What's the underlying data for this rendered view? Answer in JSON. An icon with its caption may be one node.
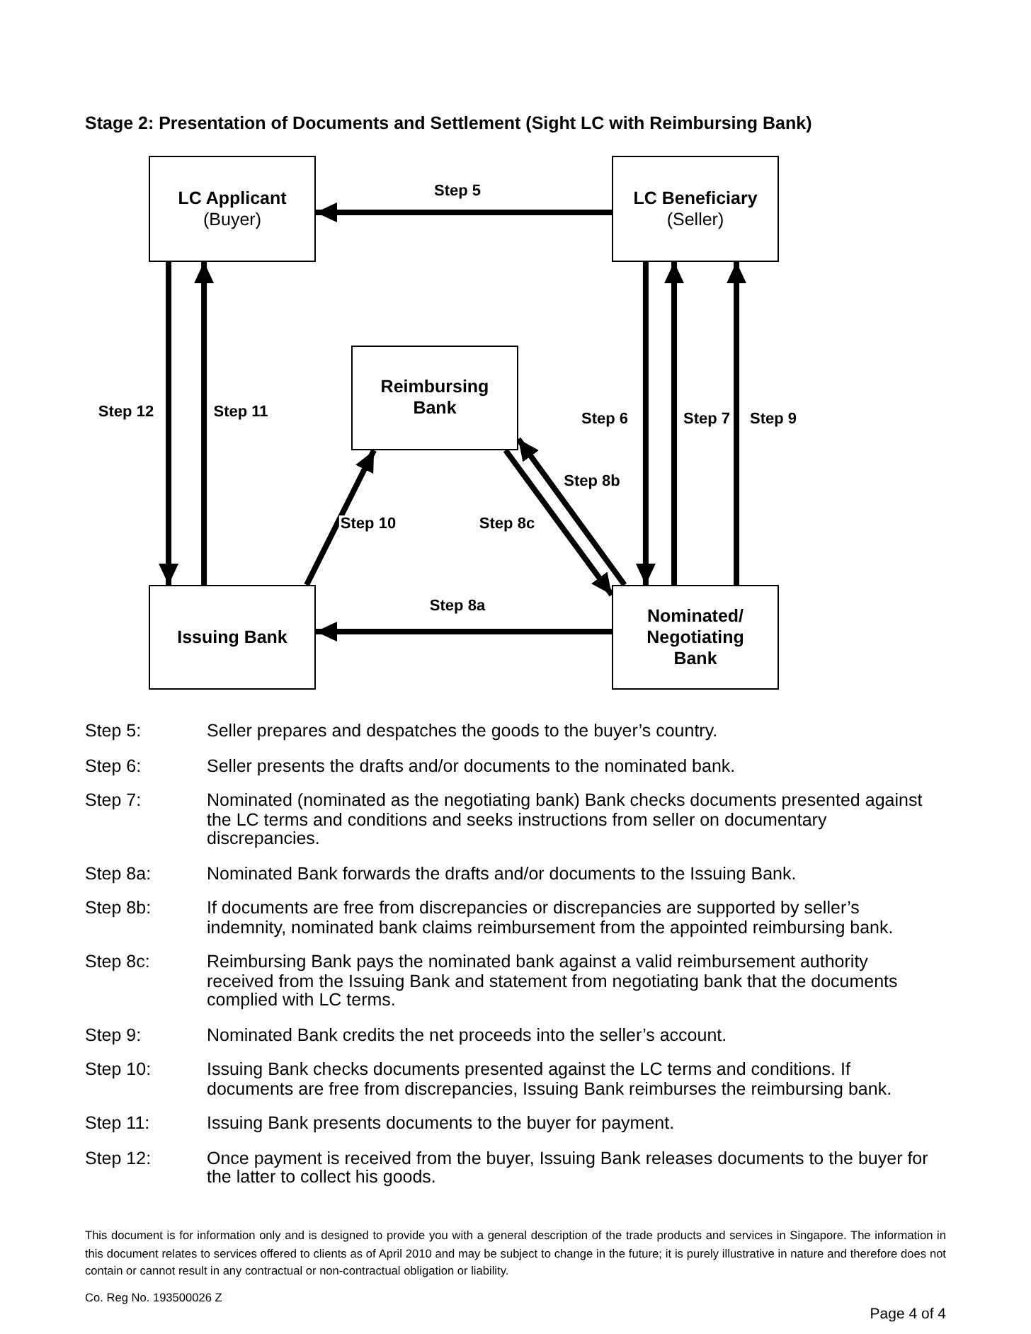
{
  "diagram": {
    "title": "Stage 2: Presentation of Documents and Settlement (Sight LC with Reimbursing Bank)",
    "nodes": [
      {
        "text": [
          "LC Applicant",
          "(Buyer)"
        ]
      },
      {
        "text": [
          "LC Beneficiary",
          "(Seller)"
        ]
      },
      {
        "text": [
          "Reimbursing Bank"
        ]
      },
      {
        "text": [
          "Issuing Bank"
        ]
      },
      {
        "text": [
          "Nominated/ Negotiating Bank"
        ]
      }
    ],
    "edges": [
      {
        "from": 1,
        "to": 0,
        "arrow": "to",
        "label": "Step 5"
      },
      {
        "from": 0,
        "to": 3,
        "arrow": "to",
        "label": "Step 12"
      },
      {
        "from": 3,
        "to": 0,
        "arrow": "to",
        "label": "Step 11"
      },
      {
        "from": 3,
        "to": 2,
        "arrow": "to",
        "label": "Step 10"
      },
      {
        "from": 2,
        "to": 4,
        "arrow": "to",
        "label": "Step 8c"
      },
      {
        "from": 4,
        "to": 2,
        "arrow": "to",
        "label": "Step 8b"
      },
      {
        "from": 1,
        "to": 4,
        "arrow": "to",
        "label": "Step 6"
      },
      {
        "from": 4,
        "to": 1,
        "arrow": "to",
        "label": "Step 7"
      },
      {
        "from": 4,
        "to": 1,
        "arrow": "to",
        "label": "Step 9"
      },
      {
        "from": 4,
        "to": 3,
        "arrow": "to",
        "label": "Step 8a"
      }
    ],
    "labels": [
      "Step 5:",
      "Seller prepares and despatches the goods to the buyer’s country.",
      "Step 6:",
      "Seller presents the drafts and/or documents to the nominated bank.",
      "Step 7:",
      "Nominated (nominated as the negotiating bank) Bank checks documents presented against the LC terms and conditions and seeks instructions from seller on documentary discrepancies.",
      "Step 8a:",
      "Nominated Bank forwards the drafts and/or documents to the Issuing Bank.",
      "Step 8b:",
      "If documents are free from discrepancies or discrepancies are supported by seller’s indemnity, nominated bank claims reimbursement from the appointed reimbursing bank.",
      "Step 8c:",
      "Reimbursing Bank pays the nominated bank against a valid reimbursement authority received from the Issuing Bank and statement from negotiating bank that the documents complied with LC terms.",
      "Step 9:",
      "Nominated Bank credits the net proceeds into the seller’s account.",
      "Step 10:",
      "Issuing Bank checks documents presented against the LC terms and conditions. If documents are free from discrepancies, Issuing Bank reimburses the reimbursing bank.",
      "Step 11:",
      "Issuing Bank presents documents to the buyer for payment.",
      "Step 12:",
      "Once payment is received from the buyer, Issuing Bank releases documents to the buyer for the latter to collect his goods.",
      "This document is for information only and is designed to provide you with a general description of the trade products and services in Singapore. The information in this document relates to services offered to clients as of April 2010 and may be subject to change in the future; it is purely illustrative in nature and therefore does not contain or cannot result in any contractual or non-contractual obligation or liability.",
      "Co. Reg No. 193500026 Z",
      "Page 4 of 4"
    ]
  }
}
